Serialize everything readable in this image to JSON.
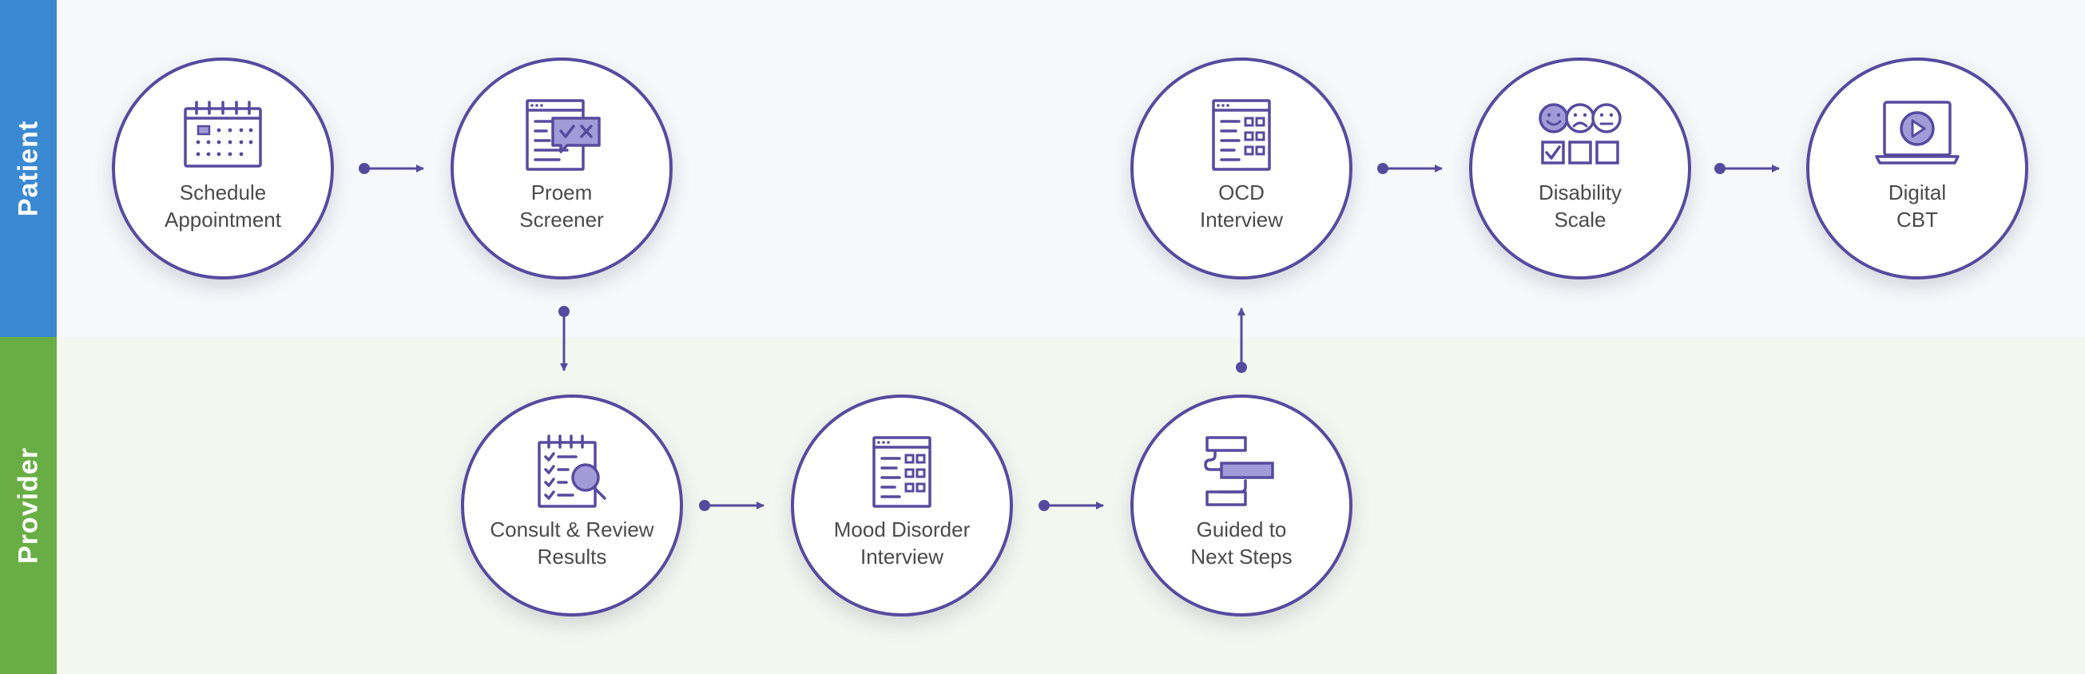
{
  "lanes": {
    "patient": {
      "label": "Patient",
      "color": "#3b89d2"
    },
    "provider": {
      "label": "Provider",
      "color": "#68ae45"
    }
  },
  "accent_color": "#574a9e",
  "nodes": {
    "schedule": {
      "lines": [
        "Schedule",
        "Appointment"
      ],
      "icon": "calendar-icon"
    },
    "proem": {
      "lines": [
        "Proem",
        "Screener"
      ],
      "icon": "screener-form-icon"
    },
    "ocd": {
      "lines": [
        "OCD",
        "Interview"
      ],
      "icon": "interview-form-icon"
    },
    "disability": {
      "lines": [
        "Disability",
        "Scale"
      ],
      "icon": "emoji-rating-scale-icon"
    },
    "digital": {
      "lines": [
        "Digital",
        "CBT"
      ],
      "icon": "laptop-video-icon"
    },
    "consult": {
      "lines": [
        "Consult & Review",
        "Results"
      ],
      "icon": "checklist-magnifier-icon"
    },
    "mood": {
      "lines": [
        "Mood Disorder",
        "Interview"
      ],
      "icon": "interview-form-icon"
    },
    "guided": {
      "lines": [
        "Guided to",
        "Next Steps"
      ],
      "icon": "steps-path-icon"
    }
  }
}
